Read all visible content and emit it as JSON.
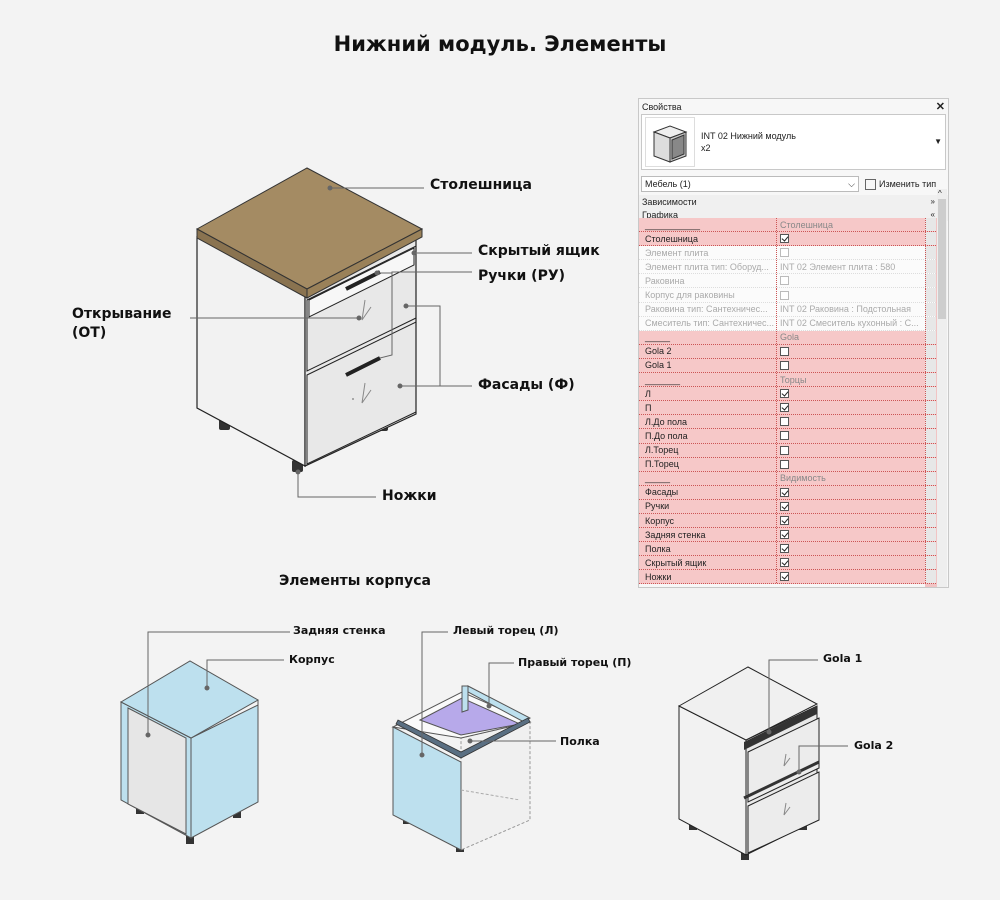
{
  "title": "Нижний модуль. Элементы",
  "subtitle": "Элементы корпуса",
  "callouts": {
    "countertop": "Столешница",
    "hidden_drawer": "Скрытый ящик",
    "handles": "Ручки (РУ)",
    "opening": "Открывание\n(ОТ)",
    "facades": "Фасады (Ф)",
    "legs": "Ножки"
  },
  "body_callouts": {
    "back_wall": "Задняя стенка",
    "body": "Корпус",
    "left_end": "Левый торец (Л)",
    "right_end": "Правый торец (П)",
    "shelf": "Полка",
    "gola1": "Gola 1",
    "gola2": "Gola 2"
  },
  "colors": {
    "countertop": "#a48b63",
    "panel_blue": "#bde0ee",
    "shelf": "#b7a9ea",
    "highlight": "#f6c8c8"
  },
  "properties": {
    "header": "Свойства",
    "close_icon": "close-icon",
    "type_name": "INT 02 Нижний модуль",
    "type_count": "x2",
    "filter": "Мебель (1)",
    "edit_type": "Изменить тип",
    "cat_constraints": "Зависимости",
    "cat_graphics": "Графика",
    "rows": [
      {
        "label": "___________",
        "value": "Столешница",
        "kind": "group"
      },
      {
        "label": "Столешница",
        "check": true,
        "kind": "hl"
      },
      {
        "label": "Элемент плита",
        "check": false,
        "kind": "dim"
      },
      {
        "label": "Элемент плита тип: Оборуд...",
        "value": "INT 02 Элемент плита : 580",
        "kind": "dim"
      },
      {
        "label": "Раковина",
        "check": false,
        "kind": "dim"
      },
      {
        "label": "Корпус для раковины",
        "check": false,
        "kind": "dim"
      },
      {
        "label": "Раковина тип: Сантехничес...",
        "value": "INT 02 Раковина : Подстольная",
        "kind": "dim"
      },
      {
        "label": "Смеситель тип: Сантехничес...",
        "value": "INT 02 Смеситель кухонный : С...",
        "kind": "dim"
      },
      {
        "label": "_____",
        "value": "Gola",
        "kind": "group"
      },
      {
        "label": "Gola 2",
        "check": false,
        "kind": "hl"
      },
      {
        "label": "Gola 1",
        "check": false,
        "kind": "hl"
      },
      {
        "label": "_______",
        "value": "Торцы",
        "kind": "group"
      },
      {
        "label": "Л",
        "check": true,
        "kind": "hl"
      },
      {
        "label": "П",
        "check": true,
        "kind": "hl"
      },
      {
        "label": "Л.До пола",
        "check": false,
        "kind": "hl"
      },
      {
        "label": "П.До пола",
        "check": false,
        "kind": "hl"
      },
      {
        "label": "Л.Торец",
        "check": false,
        "kind": "hl"
      },
      {
        "label": "П.Торец",
        "check": false,
        "kind": "hl"
      },
      {
        "label": "_____",
        "value": "Видимость",
        "kind": "group"
      },
      {
        "label": "Фасады",
        "check": true,
        "kind": "hl"
      },
      {
        "label": "Ручки",
        "check": true,
        "kind": "hl"
      },
      {
        "label": "Корпус",
        "check": true,
        "kind": "hl"
      },
      {
        "label": "Задняя стенка",
        "check": true,
        "kind": "hl"
      },
      {
        "label": "Полка",
        "check": true,
        "kind": "hl"
      },
      {
        "label": "Скрытый ящик",
        "check": true,
        "kind": "hl"
      },
      {
        "label": "Ножки",
        "check": true,
        "kind": "hl"
      }
    ]
  }
}
